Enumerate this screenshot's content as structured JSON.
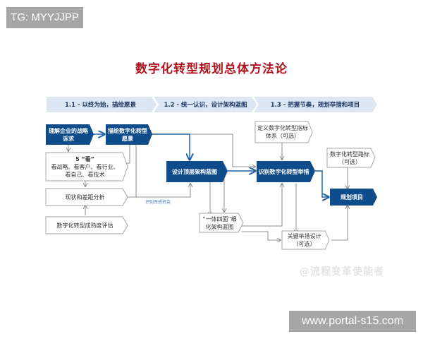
{
  "overlay": {
    "tg_badge": "TG: MYYJJPP",
    "url_badge": "www.portal-s15.com",
    "watermark": "@流程变革使能者"
  },
  "diagram": {
    "title": "数字化转型规划总体方法论",
    "colors": {
      "title": "#b0121b",
      "dark_box": "#0f4c8c",
      "light_box_border": "#a6a6a6",
      "phase_band": "#dce6f2",
      "connector": "#8c8c8c",
      "blue_connector": "#1f5fa8"
    },
    "phases": [
      {
        "label": "1.1 - 以终为始，描绘愿景"
      },
      {
        "label": "1.2 - 统一认识，设计架构蓝图"
      },
      {
        "label": "1.3 - 把握节奏，规划举措和项目"
      }
    ],
    "nodes": {
      "strategic_needs": "理解企业的战略诉求",
      "describe_vision": "描绘数字化转型愿景",
      "five_looks_title": "5 “看”",
      "five_looks_body": "看战略、看客户、看行业、看自己、看技术",
      "gap_analysis": "现状和差距分析",
      "maturity_assessment": "数字化转型成熟度评估",
      "top_architecture": "设计顶层架构蓝图",
      "indicator_system": "定义数字化转型指标体系（可选）",
      "identify_initiatives": "识别数字化转型举措",
      "roadmap": "数字化转型路标（可选）",
      "plan_projects": "规划项目",
      "one_body_four_sides": "“一体四面”细化架构蓝图",
      "key_initiative_design": "关键举措设计（可选）"
    },
    "annotations": {
      "improvement_opportunity": "识别改进机会"
    }
  }
}
